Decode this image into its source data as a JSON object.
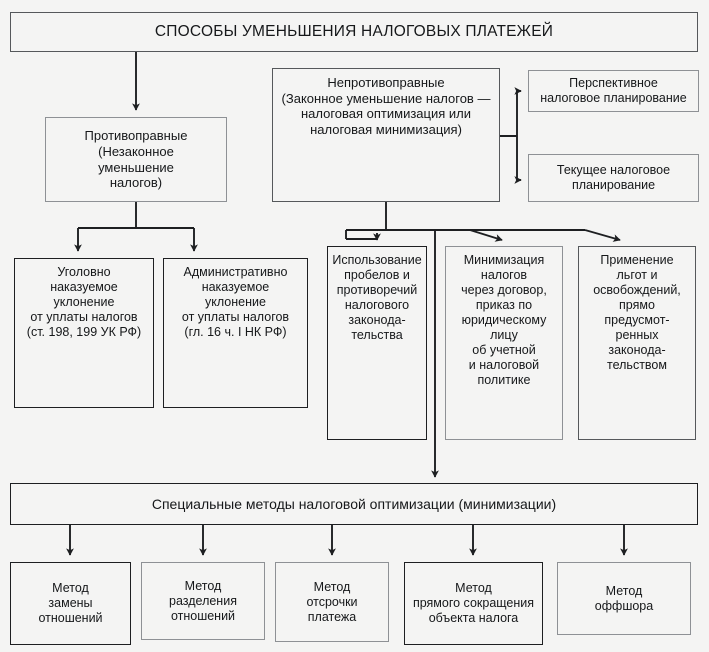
{
  "diagram": {
    "title": "СПОСОБЫ УМЕНЬШЕНИЯ НАЛОГОВЫХ ПЛАТЕЖЕЙ",
    "language": "ru",
    "nodes": {
      "title": "СПОСОБЫ УМЕНЬШЕНИЯ НАЛОГОВЫХ ПЛАТЕЖЕЙ",
      "illegal": "Противоправные\n(Незаконное\nуменьшение\nналогов)",
      "legal": "Непротивоправные\n(Законное уменьшение налогов —\nналоговая оптимизация или\nналоговая минимизация)",
      "perspective_planning": "Перспективное\nналоговое планирование",
      "current_planning": "Текущее налоговое\nпланирование",
      "criminal_evasion": "Уголовно\nнаказуемое\nуклонение\nот уплаты налогов\n(ст. 198, 199 УК РФ)",
      "administrative_evasion": "Административно\nнаказуемое\nуклонение\nот уплаты налогов\n(гл. 16 ч. I НК РФ)",
      "use_of_gaps": "Использование\nпробелов и\nпротиворечий\nналогового\nзаконода-\nтельства",
      "contract_minimization": "Минимизация\nналогов\nчерез договор,\nприказ по\nюридическому\nлицу\nоб учетной\nи налоговой\nполитике",
      "benefits_application": "Применение\nльгот и\nосвобождений,\nпрямо\nпредусмот-\nренных\nзаконода-\nтельством",
      "special_methods": "Специальные методы налоговой оптимизации (минимизации)",
      "method_1": "Метод\nзамены\nотношений",
      "method_2": "Метод\nразделения\nотношений",
      "method_3": "Метод\nотсрочки\nплатежа",
      "method_4": "Метод\nпрямого сокращения\nобъекта налога",
      "method_5": "Метод\nоффшора"
    },
    "colors": {
      "background": "#f4f4f3",
      "border_dark": "#1d1f21",
      "border_mid": "#55585b",
      "border_light": "#8e9195",
      "text": "#16181a",
      "connector": "#1d1f21"
    }
  }
}
